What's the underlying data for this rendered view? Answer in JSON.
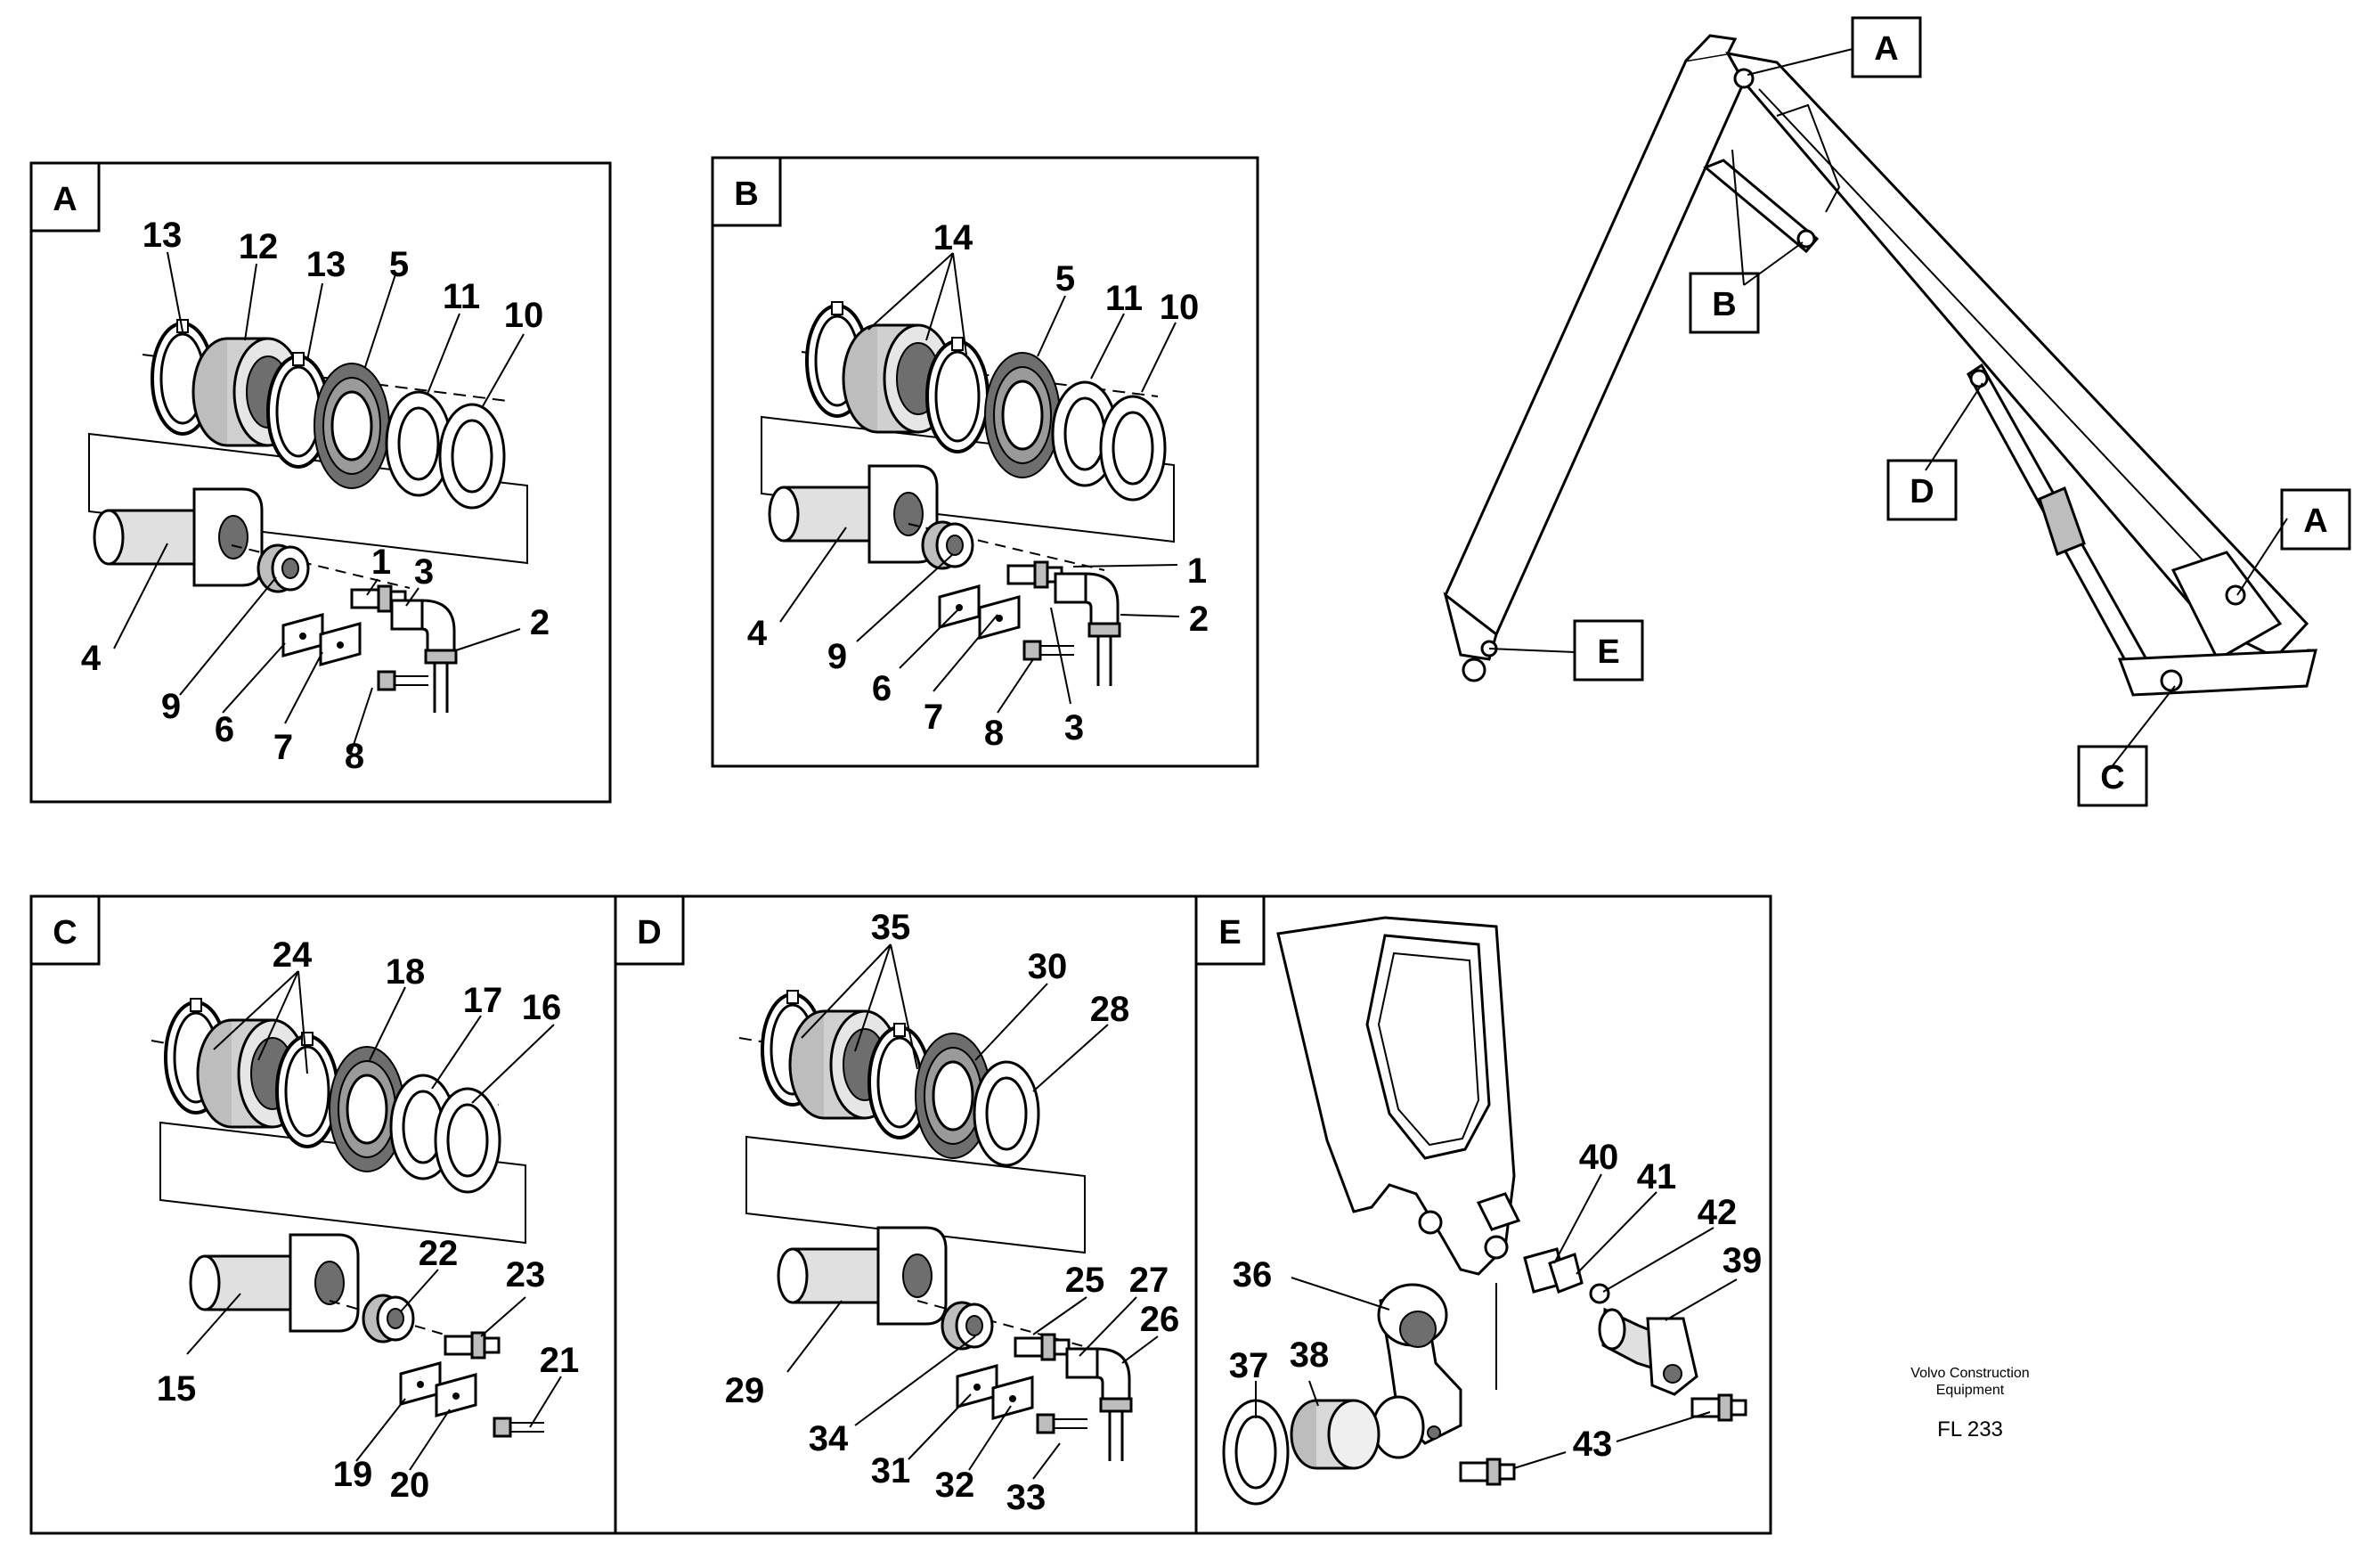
{
  "panels": {
    "A": {
      "label": "A",
      "callouts": [
        "13",
        "12",
        "13",
        "5",
        "11",
        "10",
        "4",
        "9",
        "6",
        "7",
        "8",
        "1",
        "3",
        "2"
      ]
    },
    "B": {
      "label": "B",
      "callouts": [
        "14",
        "5",
        "11",
        "10",
        "4",
        "9",
        "6",
        "7",
        "8",
        "3",
        "1",
        "2"
      ]
    },
    "C": {
      "label": "C",
      "callouts": [
        "24",
        "18",
        "17",
        "16",
        "15",
        "22",
        "23",
        "21",
        "19",
        "20"
      ]
    },
    "D": {
      "label": "D",
      "callouts": [
        "35",
        "30",
        "28",
        "29",
        "25",
        "27",
        "26",
        "34",
        "31",
        "32",
        "33"
      ]
    },
    "E": {
      "label": "E",
      "callouts": [
        "40",
        "41",
        "42",
        "39",
        "36",
        "37",
        "38",
        "43"
      ]
    }
  },
  "overview": {
    "tags": [
      "A",
      "B",
      "D",
      "A",
      "E",
      "C"
    ]
  },
  "footer": {
    "line1": "Volvo Construction",
    "line2": "Equipment",
    "code": "FL 233"
  }
}
